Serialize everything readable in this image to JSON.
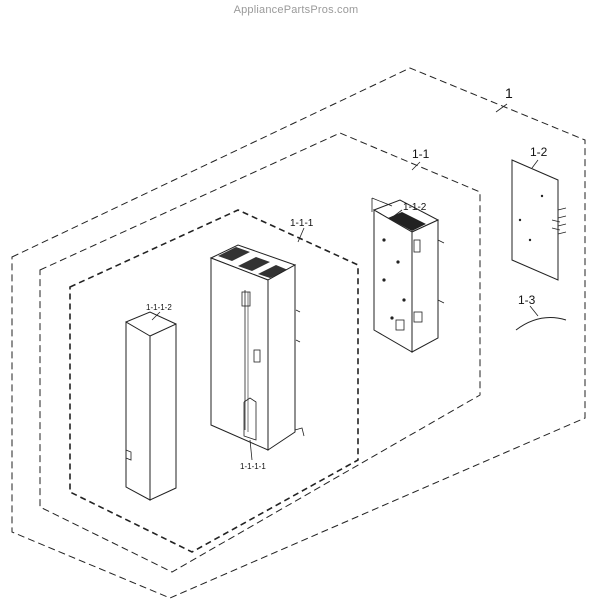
{
  "watermark": "AppliancePartsPros.com",
  "callouts": {
    "c1": "1",
    "c1_1": "1-1",
    "c1_1_1": "1-1-1",
    "c1_1_1_1": "1-1-1-1",
    "c1_1_1_2": "1-1-1-2",
    "c1_1_2": "1-1-2",
    "c1_2": "1-2",
    "c1_3": "1-3"
  }
}
